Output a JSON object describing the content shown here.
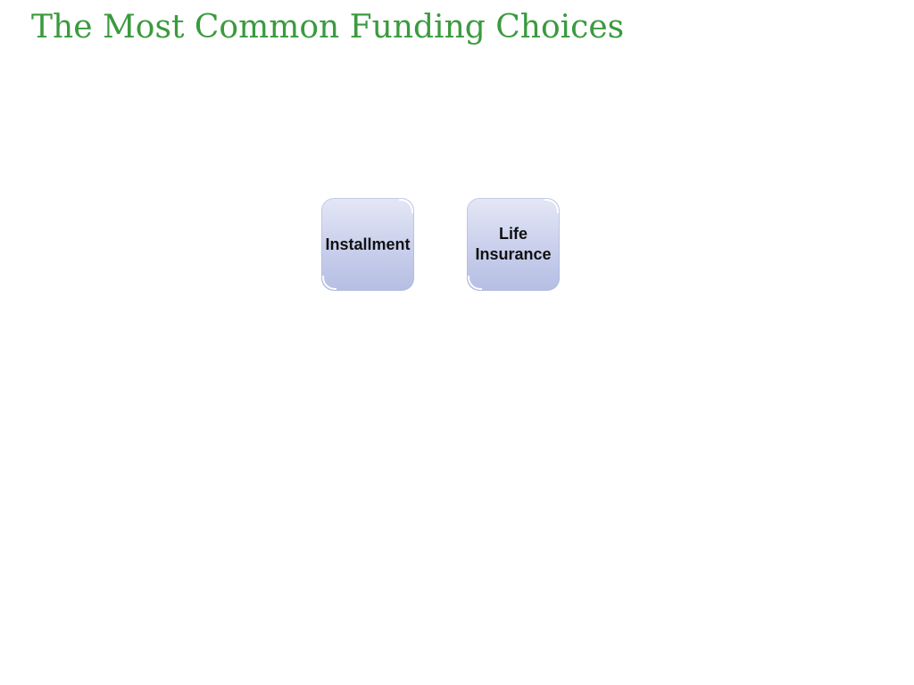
{
  "title": "The Most Common Funding Choices",
  "colors": {
    "title": "#3a9a3e",
    "tile_top": "#e4e7f5",
    "tile_bottom": "#b5bfe3",
    "tile_text": "#111111"
  },
  "tiles": [
    {
      "label": "Installment"
    },
    {
      "label": "Life\nInsurance"
    }
  ]
}
